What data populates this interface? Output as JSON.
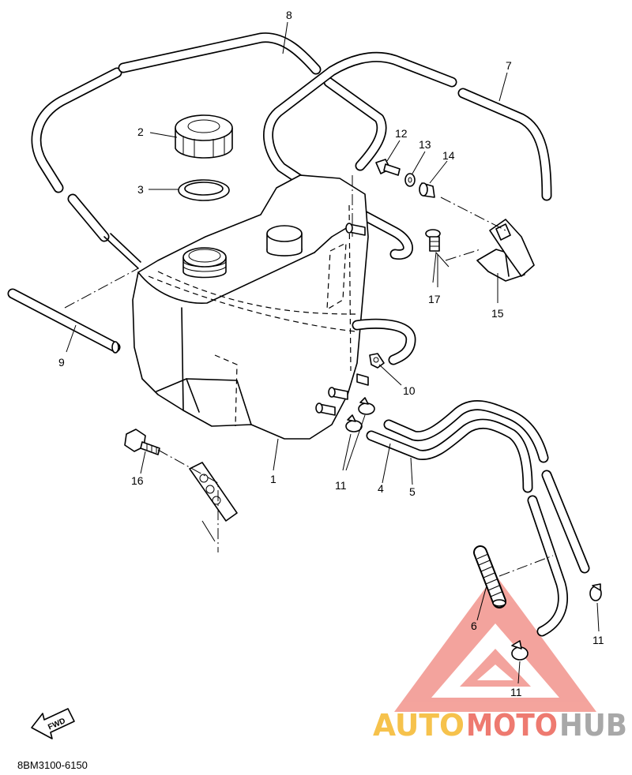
{
  "callouts": {
    "c1": "1",
    "c2": "2",
    "c3": "3",
    "c4": "4",
    "c5": "5",
    "c6": "6",
    "c7": "7",
    "c8": "8",
    "c9": "9",
    "c10": "10",
    "c11a": "11",
    "c11b": "11",
    "c11c": "11",
    "c12": "12",
    "c13": "13",
    "c14": "14",
    "c15": "15",
    "c16": "16",
    "c17": "17"
  },
  "fwd_label": "FWD",
  "diagram_code": "8BM3100-6150",
  "watermark": {
    "part1": "AUTO",
    "part2": "MOTO",
    "part3": "HUB"
  },
  "colors": {
    "watermark_red": "#f08078",
    "watermark_yellow": "#f6c24c",
    "watermark_gray": "#a8a8a8"
  }
}
